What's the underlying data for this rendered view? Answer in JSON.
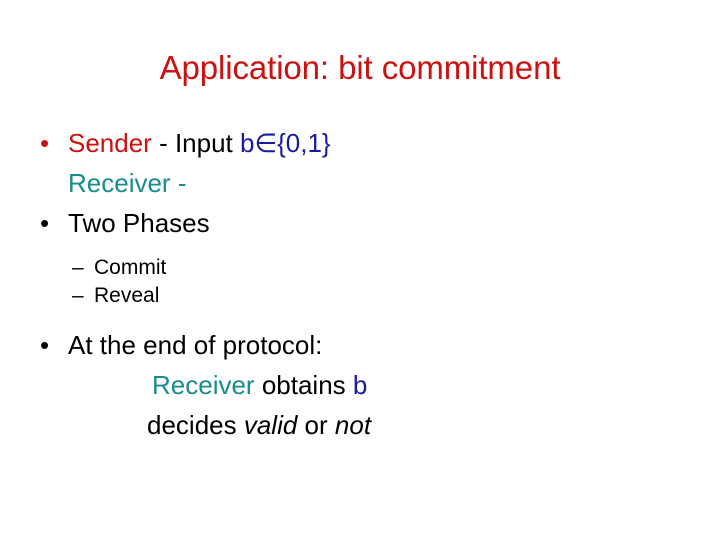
{
  "slide": {
    "background_color": "#ffffff",
    "title": "Application: bit commitment",
    "title_color": "#cc1111",
    "colors": {
      "red": "#cc1111",
      "teal": "#1a8c8c",
      "blue": "#1a1aa0",
      "black": "#000000"
    }
  },
  "body": {
    "bullet_glyph": "•",
    "dash_glyph": "–",
    "items": [
      {
        "level": 1,
        "bullet_color": "#cc1111",
        "runs": [
          {
            "text": "Sender",
            "color": "red",
            "style": "normal"
          },
          {
            "text": " - Input ",
            "color": "black",
            "style": "normal"
          },
          {
            "text": "b∈{0,1}",
            "color": "blue",
            "style": "normal"
          }
        ]
      },
      {
        "level": 1,
        "continuation": true,
        "runs": [
          {
            "text": "Receiver",
            "color": "teal",
            "style": "normal"
          },
          {
            "text": " -",
            "color": "teal",
            "style": "normal"
          }
        ]
      },
      {
        "level": 1,
        "bullet_color": "#000000",
        "runs": [
          {
            "text": "Two Phases",
            "color": "black",
            "style": "normal"
          }
        ]
      },
      {
        "level": 2,
        "runs": [
          {
            "text": "Commit",
            "color": "black",
            "style": "normal"
          }
        ]
      },
      {
        "level": 2,
        "runs": [
          {
            "text": "Reveal",
            "color": "black",
            "style": "normal"
          }
        ]
      },
      {
        "level": 1,
        "bullet_color": "#000000",
        "runs": [
          {
            "text": "At the end of protocol:",
            "color": "black",
            "style": "normal"
          }
        ]
      },
      {
        "level": 3,
        "runs": [
          {
            "text": "Receiver",
            "color": "teal",
            "style": "normal"
          },
          {
            "text": " obtains ",
            "color": "black",
            "style": "normal"
          },
          {
            "text": "b",
            "color": "blue",
            "style": "normal"
          }
        ]
      },
      {
        "level": 3,
        "runs": [
          {
            "text": "decides ",
            "color": "black",
            "style": "normal"
          },
          {
            "text": "valid",
            "color": "black",
            "style": "italic"
          },
          {
            "text": " or ",
            "color": "black",
            "style": "normal"
          },
          {
            "text": "not",
            "color": "black",
            "style": "italic"
          }
        ]
      }
    ]
  },
  "text": {
    "title": "Application: bit commitment",
    "line1_a": "Sender",
    "line1_b": " - Input ",
    "line1_c": "b∈{0,1}",
    "line2_a": "Receiver",
    "line2_b": " -",
    "line3": "Two Phases",
    "line4_dash": "–",
    "line4_text": "Commit",
    "line5_dash": "–",
    "line5_text": "Reveal",
    "line6": "At the end of protocol:",
    "line7_a": "Receiver",
    "line7_b": " obtains ",
    "line7_c": "b",
    "line8_a": "decides ",
    "line8_b": "valid",
    "line8_c": " or ",
    "line8_d": "not",
    "bullet": "•"
  }
}
